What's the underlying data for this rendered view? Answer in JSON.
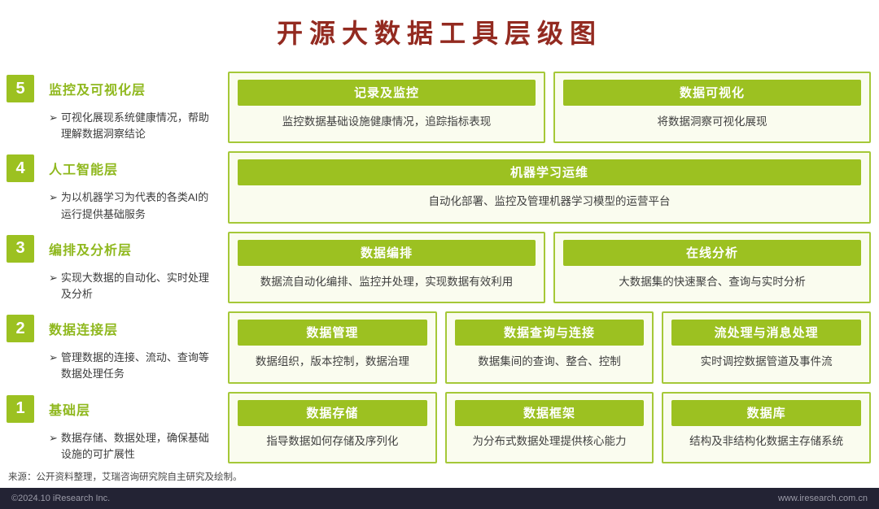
{
  "page": {
    "title": "开源大数据工具层级图",
    "source_note": "来源：公开资料整理，艾瑞咨询研究院自主研究及绘制。",
    "footer": {
      "left": "©2024.10 iResearch Inc.",
      "right": "www.iresearch.com.cn"
    },
    "bullet": "➢"
  },
  "colors": {
    "accent_green": "#9CC121",
    "border_green": "#A5C838",
    "box_bg": "#FAFCEF",
    "title_red": "#932A20",
    "footer_bg": "#232334"
  },
  "levels": [
    {
      "number": "5",
      "title": "监控及可视化层",
      "description": "可视化展现系统健康情况，帮助理解数据洞察结论",
      "boxes": [
        {
          "header": "记录及监控",
          "description": "监控数据基础设施健康情况，追踪指标表现"
        },
        {
          "header": "数据可视化",
          "description": "将数据洞察可视化展现"
        }
      ]
    },
    {
      "number": "4",
      "title": "人工智能层",
      "description": "为以机器学习为代表的各类AI的运行提供基础服务",
      "boxes": [
        {
          "header": "机器学习运维",
          "description": "自动化部署、监控及管理机器学习模型的运营平台"
        }
      ]
    },
    {
      "number": "3",
      "title": "编排及分析层",
      "description": "实现大数据的自动化、实时处理及分析",
      "boxes": [
        {
          "header": "数据编排",
          "description": "数据流自动化编排、监控并处理，实现数据有效利用"
        },
        {
          "header": "在线分析",
          "description": "大数据集的快速聚合、查询与实时分析"
        }
      ]
    },
    {
      "number": "2",
      "title": "数据连接层",
      "description": "管理数据的连接、流动、查询等数据处理任务",
      "boxes": [
        {
          "header": "数据管理",
          "description": "数据组织，版本控制，数据治理"
        },
        {
          "header": "数据查询与连接",
          "description": "数据集间的查询、整合、控制"
        },
        {
          "header": "流处理与消息处理",
          "description": "实时调控数据管道及事件流"
        }
      ]
    },
    {
      "number": "1",
      "title": "基础层",
      "description": "数据存储、数据处理，确保基础设施的可扩展性",
      "boxes": [
        {
          "header": "数据存储",
          "description": "指导数据如何存储及序列化"
        },
        {
          "header": "数据框架",
          "description": "为分布式数据处理提供核心能力"
        },
        {
          "header": "数据库",
          "description": "结构及非结构化数据主存储系统"
        }
      ]
    }
  ]
}
